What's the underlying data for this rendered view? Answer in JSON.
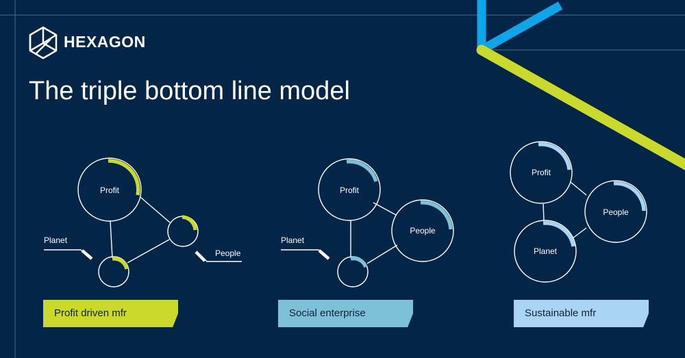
{
  "brand": {
    "name": "HEXAGON",
    "logo_icon": "hexagon-logo-icon"
  },
  "title": "The triple bottom line model",
  "colors": {
    "background": "#032547",
    "lime": "#cad92c",
    "blue": "#0ea5e9",
    "teal": "#7cc1d8",
    "light_blue": "#a9d4f2",
    "line": "#ffffff"
  },
  "diagrams": [
    {
      "name": "profit-driven",
      "caption": "Profit driven mfr",
      "labels": {
        "profit": "Profit",
        "planet": "Planet",
        "people": "People"
      }
    },
    {
      "name": "social-enterprise",
      "caption": "Social enterprise",
      "labels": {
        "profit": "Profit",
        "planet": "Planet",
        "people": "People"
      }
    },
    {
      "name": "sustainable",
      "caption": "Sustainable mfr",
      "labels": {
        "profit": "Profit",
        "planet": "Planet",
        "people": "People"
      }
    }
  ]
}
